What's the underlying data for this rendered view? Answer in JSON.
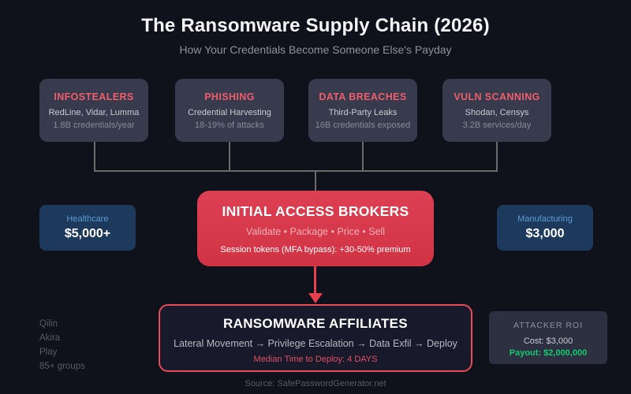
{
  "title": "The Ransomware Supply Chain (2026)",
  "subtitle": "How Your Credentials Become Someone Else's Payday",
  "sources": [
    {
      "name": "INFOSTEALERS",
      "line1": "RedLine, Vidar, Lumma",
      "line2": "1.8B credentials/year"
    },
    {
      "name": "PHISHING",
      "line1": "Credential Harvesting",
      "line2": "18-19% of attacks"
    },
    {
      "name": "DATA BREACHES",
      "line1": "Third-Party Leaks",
      "line2": "16B credentials exposed"
    },
    {
      "name": "VULN SCANNING",
      "line1": "Shodan, Censys",
      "line2": "3.2B services/day"
    }
  ],
  "brokers": {
    "title": "INITIAL ACCESS BROKERS",
    "subtitle": "Validate • Package • Price • Sell",
    "note": "Session tokens (MFA bypass): +30-50% premium"
  },
  "prices": {
    "left": {
      "label": "Healthcare",
      "value": "$5,000+"
    },
    "right": {
      "label": "Manufacturing",
      "value": "$3,000"
    }
  },
  "affiliates": {
    "title": "RANSOMWARE AFFILIATES",
    "chain": "Lateral Movement → Privilege Escalation → Data Exfil → Deploy",
    "time_to_deploy": "Median Time to Deploy: 4 DAYS"
  },
  "groups": [
    "Qilin",
    "Akira",
    "Play",
    "85+ groups"
  ],
  "roi": {
    "title": "ATTACKER ROI",
    "cost": "Cost: $3,000",
    "payout": "Payout: $2,000,000"
  },
  "footer": "Source: SafePasswordGenerator.net",
  "colors": {
    "background": "#0f111b",
    "panel": "#373b4d",
    "accent_red_text": "#ee5d6c",
    "broker_red": "#d63b4d",
    "affiliates_border_red": "#e84a57",
    "price_panel_blue": "#1d3a5c",
    "price_label_blue": "#599bd2",
    "payout_green": "#14c96e",
    "roi_panel": "#2d3040"
  }
}
